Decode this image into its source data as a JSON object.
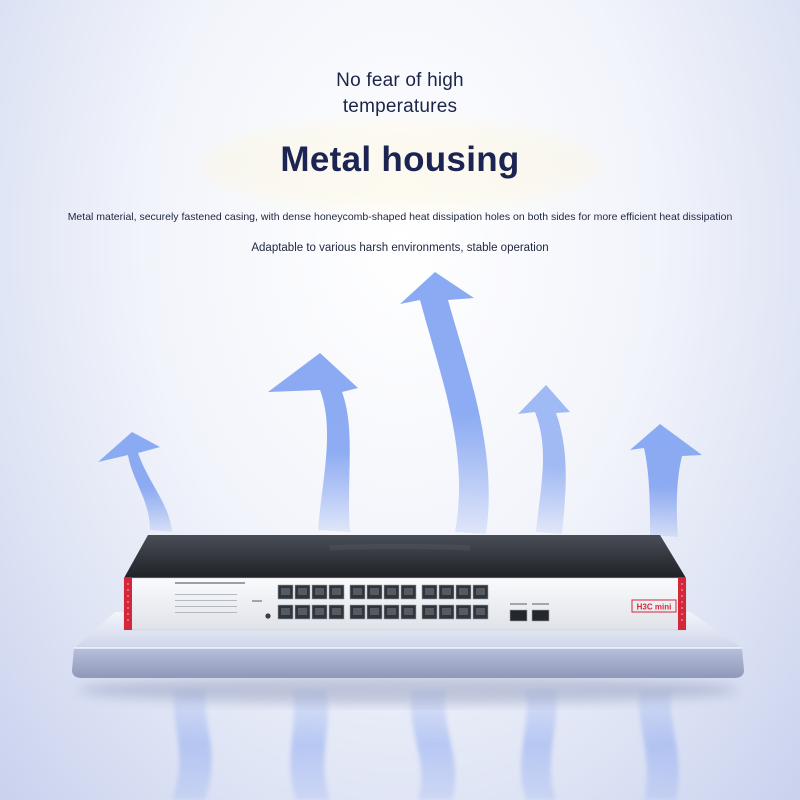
{
  "headline": {
    "tagline": "No fear of high temperatures",
    "title": "Metal housing",
    "description": "Metal material, securely fastened casing, with dense honeycomb-shaped heat dissipation holes on both sides for more efficient heat dissipation",
    "subtitle": "Adaptable to various harsh environments, stable operation"
  },
  "product": {
    "brand": "H3C mini",
    "rj45_port_count": 24,
    "sfp_port_count": 2
  },
  "colors": {
    "text_dark": "#1b2452",
    "arrow_blue": "#7d9ff0",
    "accent_red": "#d4283a",
    "switch_top": "#2a2d33",
    "background": "#eef1fa"
  },
  "icons": [
    "heat-arrow-icon",
    "brand-logo"
  ]
}
